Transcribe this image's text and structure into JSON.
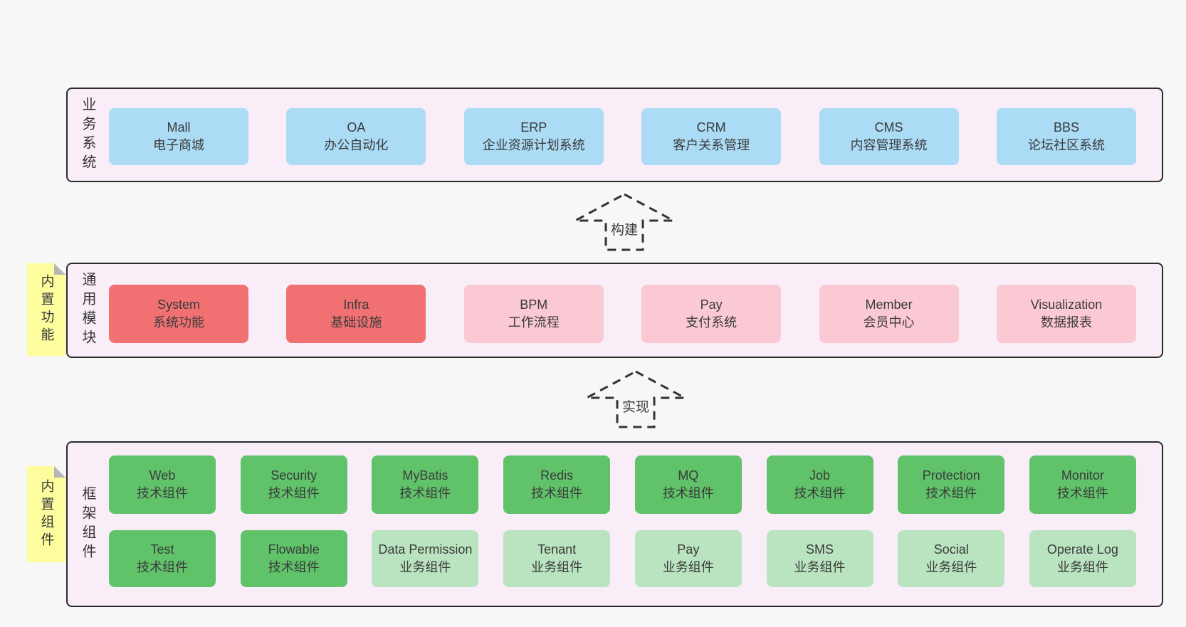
{
  "colors": {
    "page_bg": "#f7f7f7",
    "panel_bg": "#f9edf7",
    "panel_border": "#2b2b2b",
    "blue": "#abdbf5",
    "red": "#f17173",
    "pink": "#fbc9d3",
    "green_dark": "#60c36a",
    "green_light": "#bae4c0",
    "note_yellow": "#fdfd9e",
    "text": "#3a3a3a"
  },
  "business": {
    "label": "业务系统",
    "items": [
      {
        "title": "Mall",
        "subtitle": "电子商城"
      },
      {
        "title": "OA",
        "subtitle": "办公自动化"
      },
      {
        "title": "ERP",
        "subtitle": "企业资源计划系统"
      },
      {
        "title": "CRM",
        "subtitle": "客户关系管理"
      },
      {
        "title": "CMS",
        "subtitle": "内容管理系统"
      },
      {
        "title": "BBS",
        "subtitle": "论坛社区系统"
      }
    ]
  },
  "arrows": {
    "build": "构建",
    "implement": "实现"
  },
  "modules": {
    "label": "通用模块",
    "note": "内置功能",
    "items": [
      {
        "title": "System",
        "subtitle": "系统功能",
        "variant": "red"
      },
      {
        "title": "Infra",
        "subtitle": "基础设施",
        "variant": "red"
      },
      {
        "title": "BPM",
        "subtitle": "工作流程",
        "variant": "pink"
      },
      {
        "title": "Pay",
        "subtitle": "支付系统",
        "variant": "pink"
      },
      {
        "title": "Member",
        "subtitle": "会员中心",
        "variant": "pink"
      },
      {
        "title": "Visualization",
        "subtitle": "数据报表",
        "variant": "pink"
      }
    ]
  },
  "framework": {
    "label": "框架组件",
    "note": "内置组件",
    "row1": [
      {
        "title": "Web",
        "subtitle": "技术组件",
        "variant": "green"
      },
      {
        "title": "Security",
        "subtitle": "技术组件",
        "variant": "green"
      },
      {
        "title": "MyBatis",
        "subtitle": "技术组件",
        "variant": "green"
      },
      {
        "title": "Redis",
        "subtitle": "技术组件",
        "variant": "green"
      },
      {
        "title": "MQ",
        "subtitle": "技术组件",
        "variant": "green"
      },
      {
        "title": "Job",
        "subtitle": "技术组件",
        "variant": "green"
      },
      {
        "title": "Protection",
        "subtitle": "技术组件",
        "variant": "green"
      },
      {
        "title": "Monitor",
        "subtitle": "技术组件",
        "variant": "green"
      }
    ],
    "row2": [
      {
        "title": "Test",
        "subtitle": "技术组件",
        "variant": "green"
      },
      {
        "title": "Flowable",
        "subtitle": "技术组件",
        "variant": "green"
      },
      {
        "title": "Data Permission",
        "subtitle": "业务组件",
        "variant": "greenlight"
      },
      {
        "title": "Tenant",
        "subtitle": "业务组件",
        "variant": "greenlight"
      },
      {
        "title": "Pay",
        "subtitle": "业务组件",
        "variant": "greenlight"
      },
      {
        "title": "SMS",
        "subtitle": "业务组件",
        "variant": "greenlight"
      },
      {
        "title": "Social",
        "subtitle": "业务组件",
        "variant": "greenlight"
      },
      {
        "title": "Operate Log",
        "subtitle": "业务组件",
        "variant": "greenlight"
      }
    ]
  }
}
